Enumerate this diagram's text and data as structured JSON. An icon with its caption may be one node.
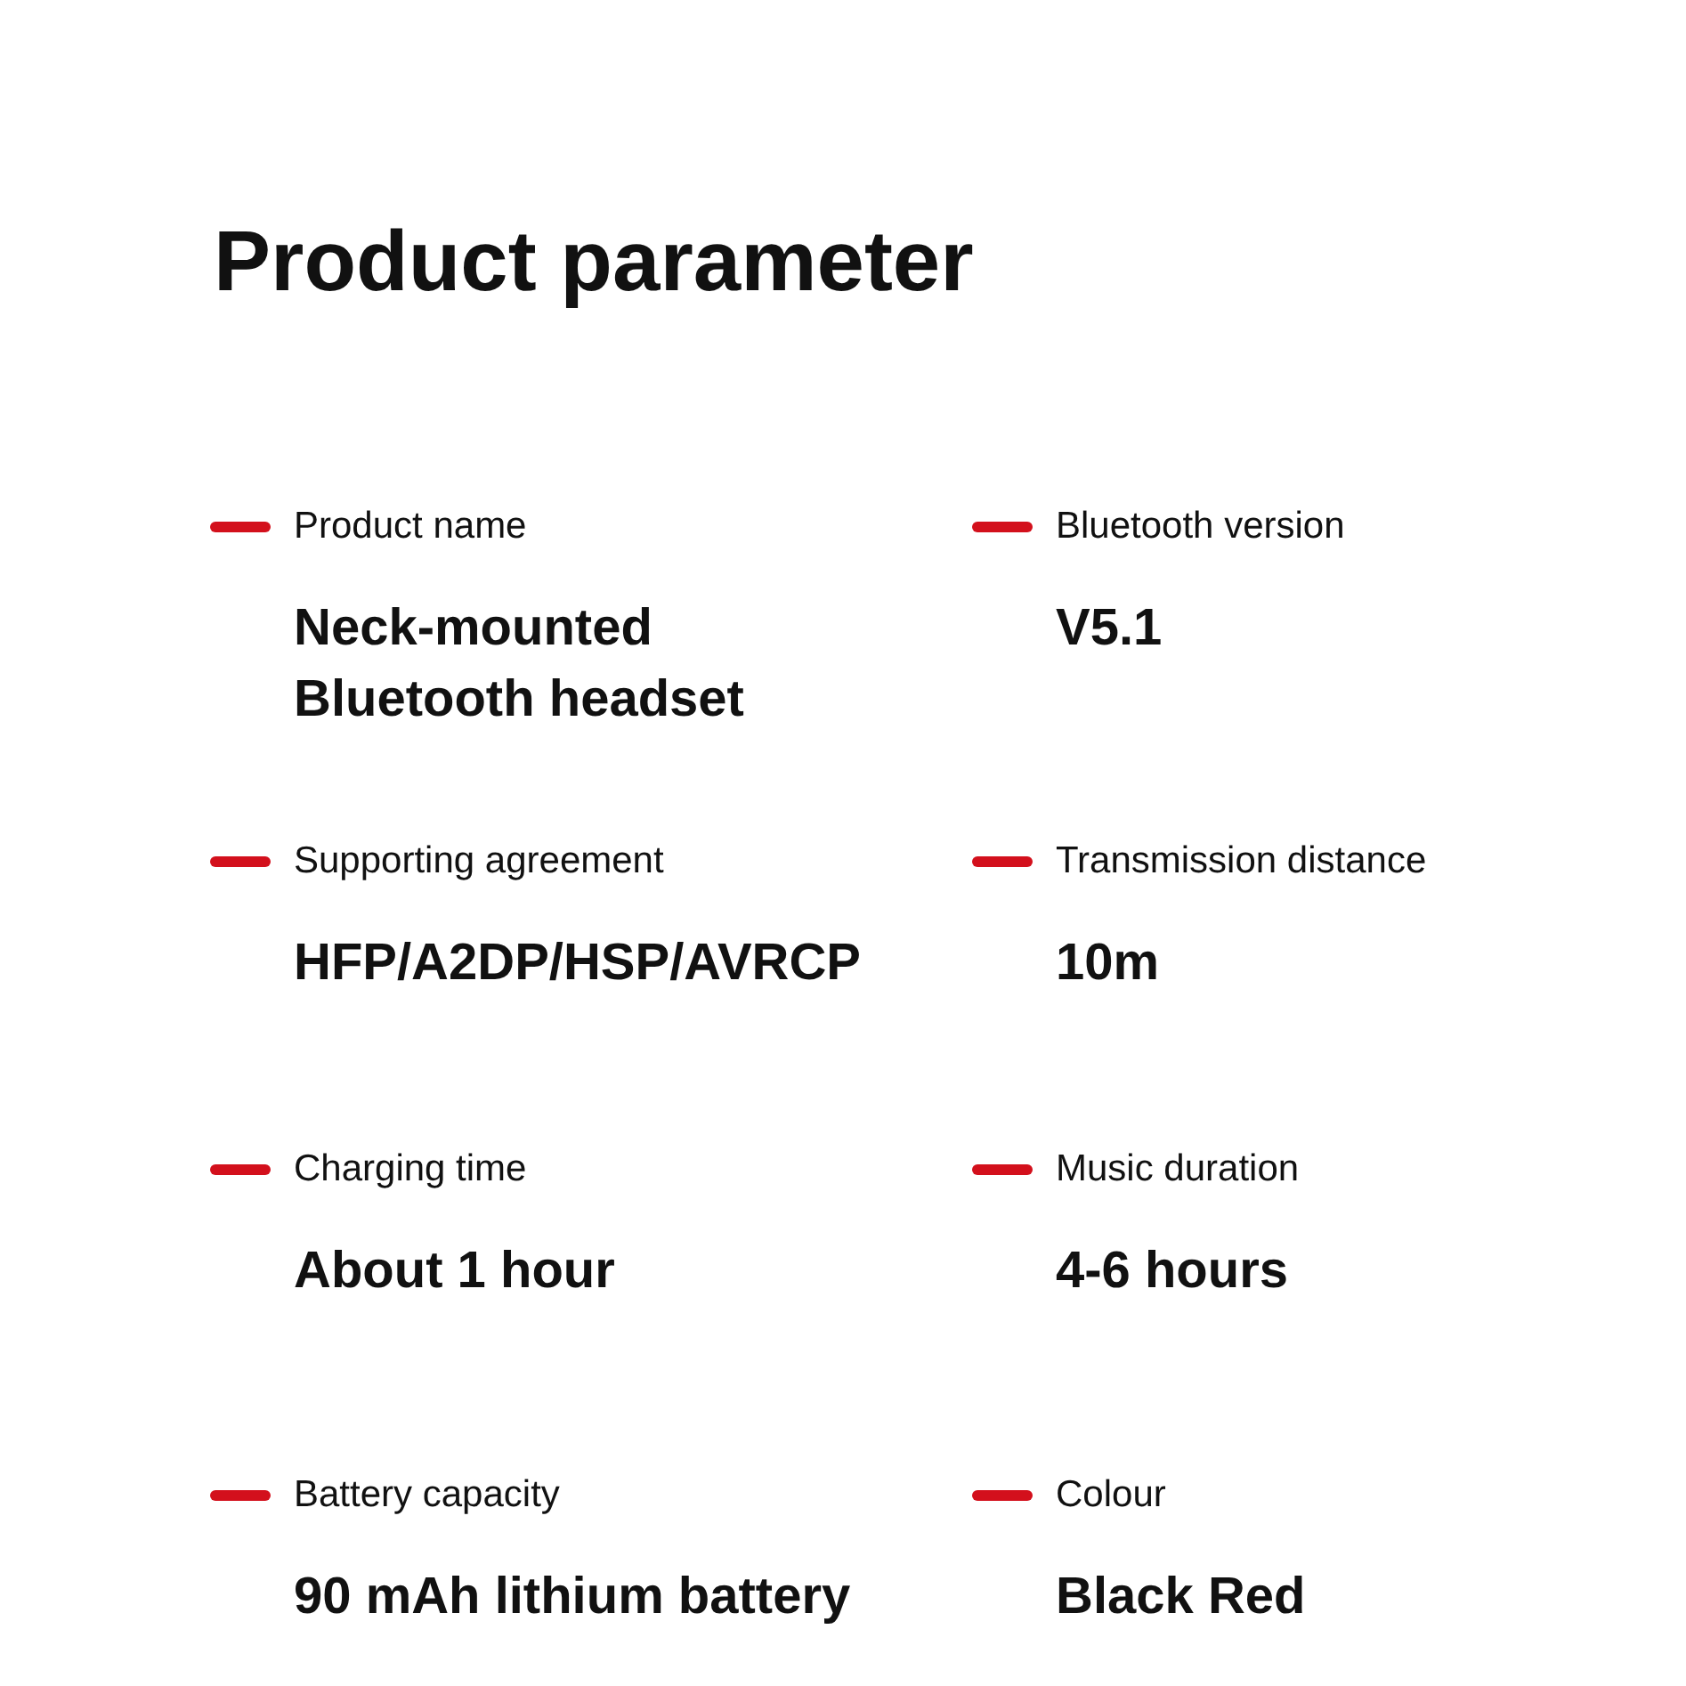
{
  "diagram": {
    "title": "Product parameter",
    "labels": [
      "Product name",
      "Neck-mounted Bluetooth headset",
      "Bluetooth version",
      "V5.1",
      "Supporting agreement",
      "HFP/A2DP/HSP/AVRCP",
      "Transmission distance",
      "10m",
      "Charging time",
      "About 1 hour",
      "Music duration",
      "4-6 hours",
      "Battery capacity",
      "90 mAh lithium battery",
      "Colour",
      "Black Red"
    ]
  }
}
